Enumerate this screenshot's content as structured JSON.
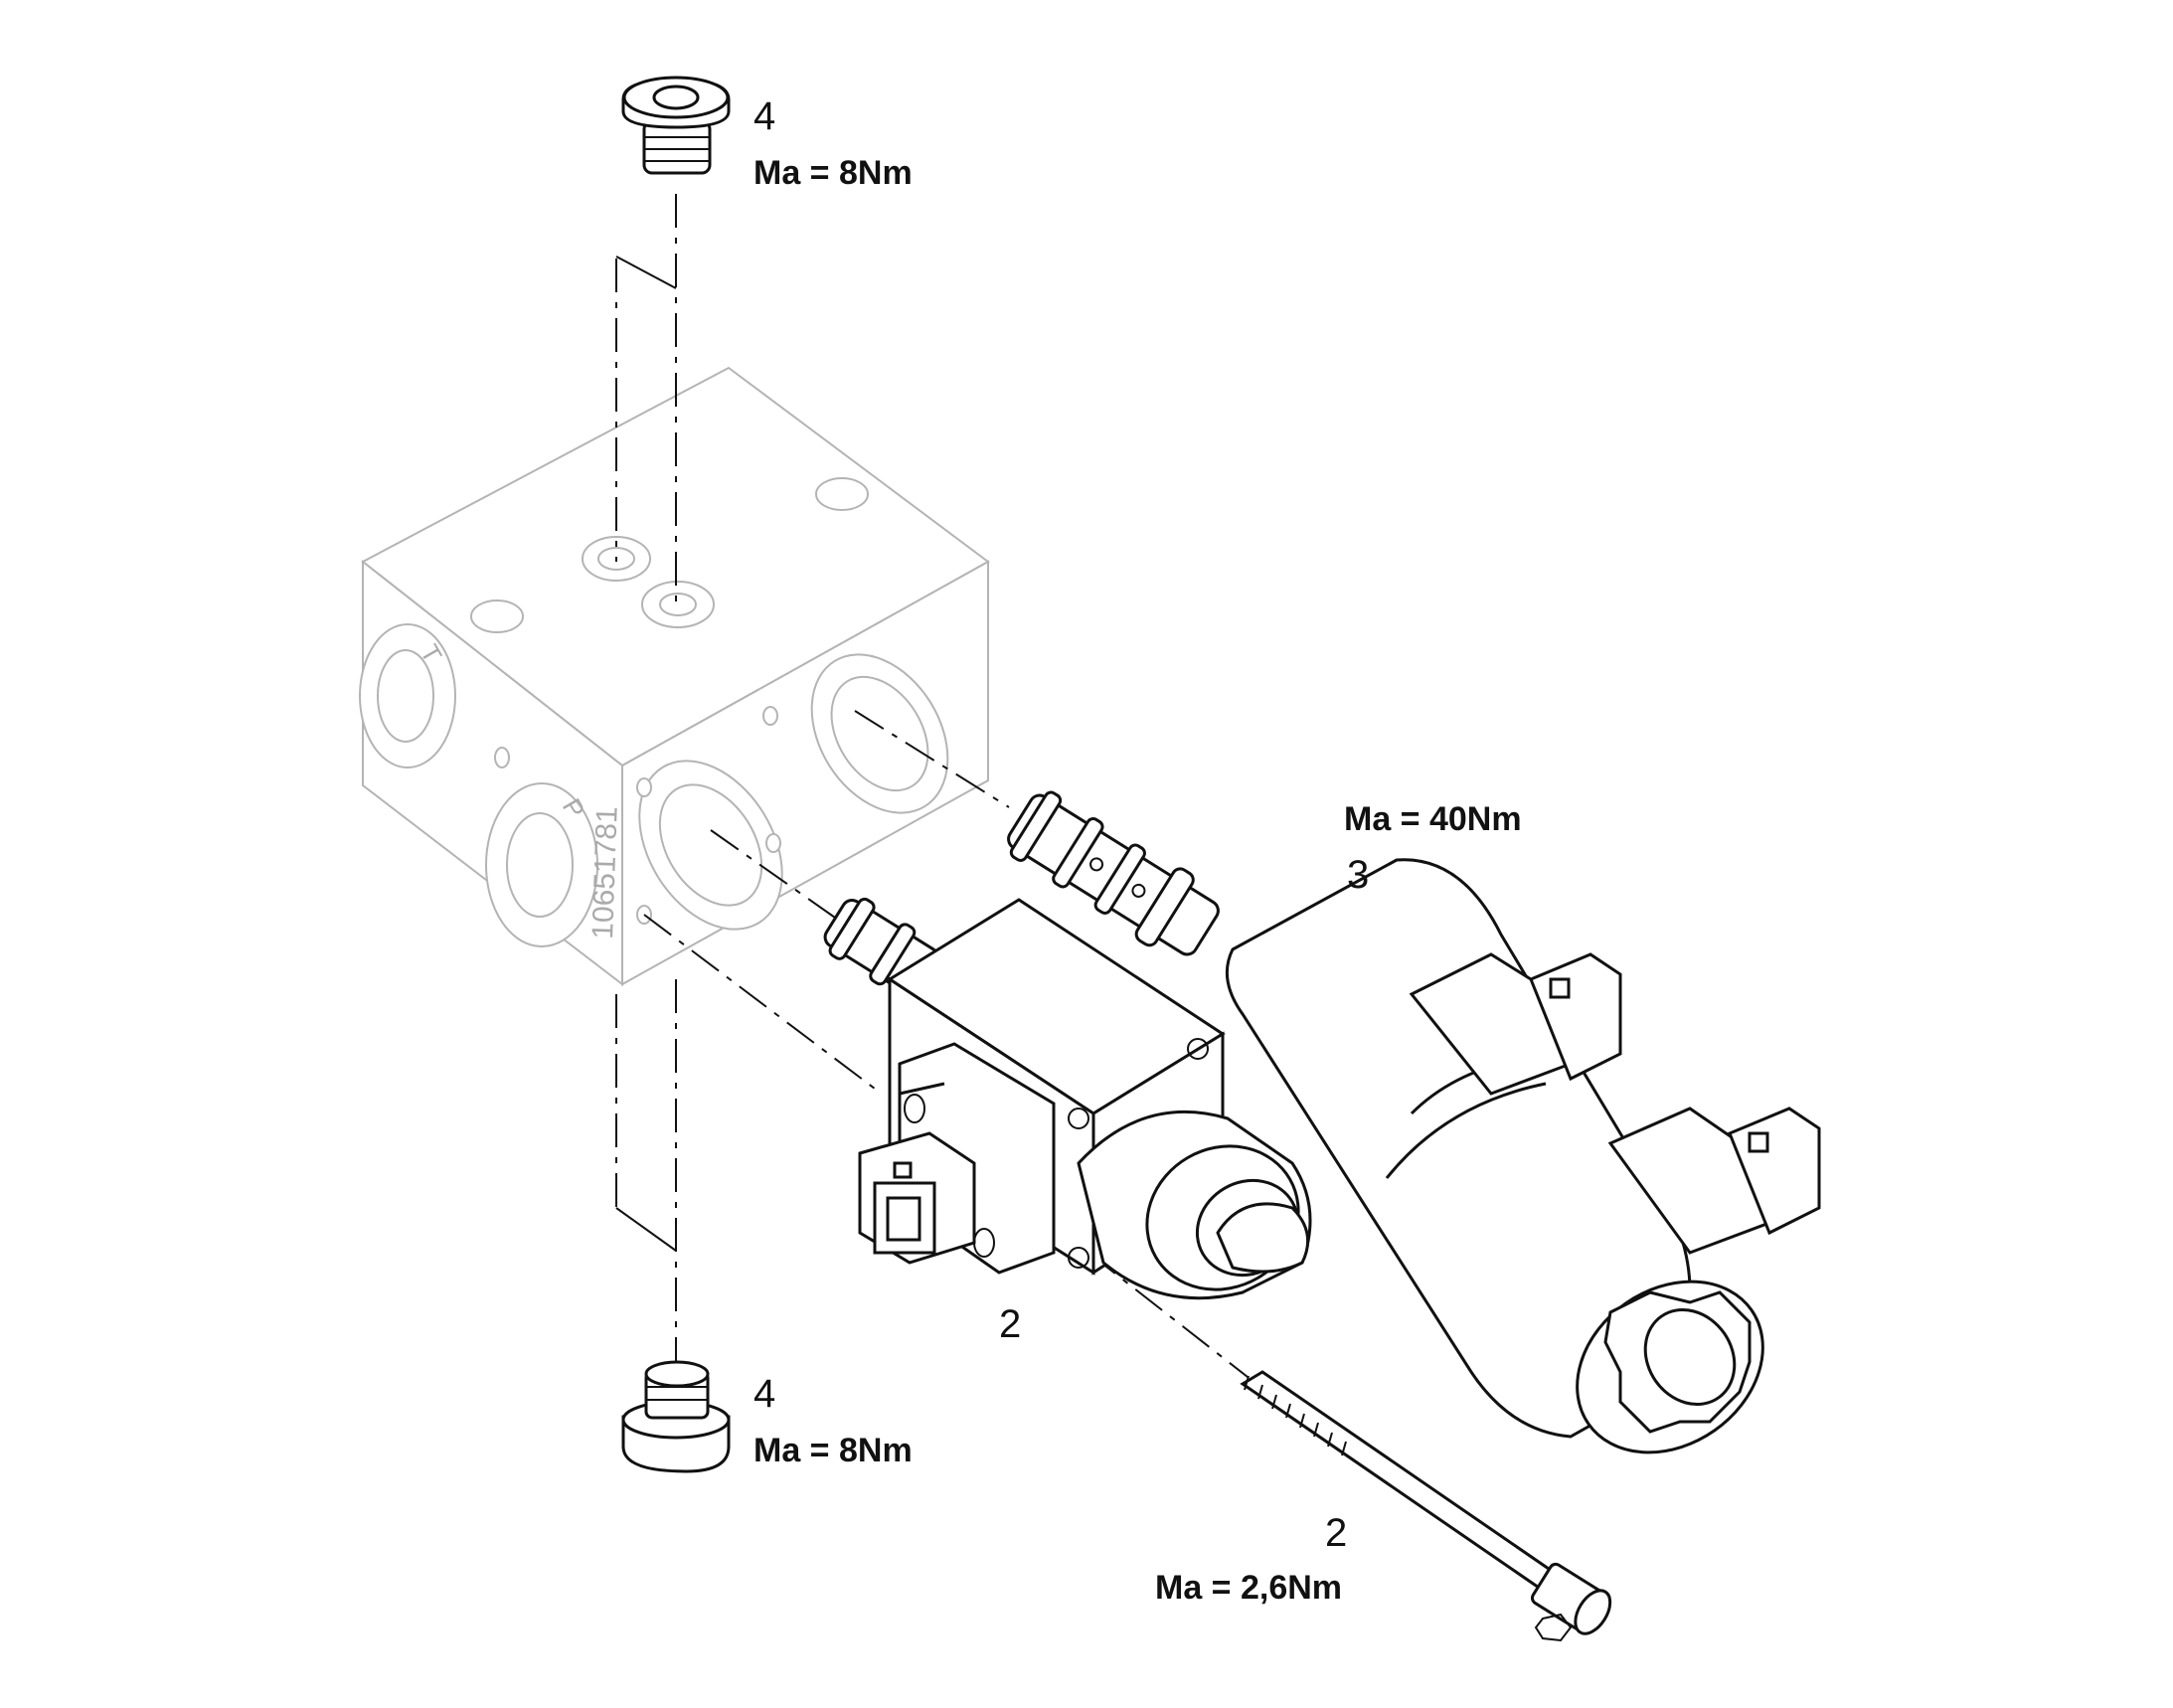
{
  "diagram": {
    "block_marking": "10651781",
    "port_labels": {
      "tank": "T",
      "pressure": "P"
    },
    "callouts": [
      {
        "id": "plug-top",
        "number": "4",
        "torque": "Ma = 8Nm"
      },
      {
        "id": "plug-bottom",
        "number": "4",
        "torque": "Ma = 8Nm"
      },
      {
        "id": "valve-3",
        "number": "3",
        "torque": "Ma = 40Nm"
      },
      {
        "id": "valve-2",
        "number": "2"
      },
      {
        "id": "screw-2",
        "number": "2",
        "torque": "Ma = 2,6Nm"
      }
    ]
  }
}
